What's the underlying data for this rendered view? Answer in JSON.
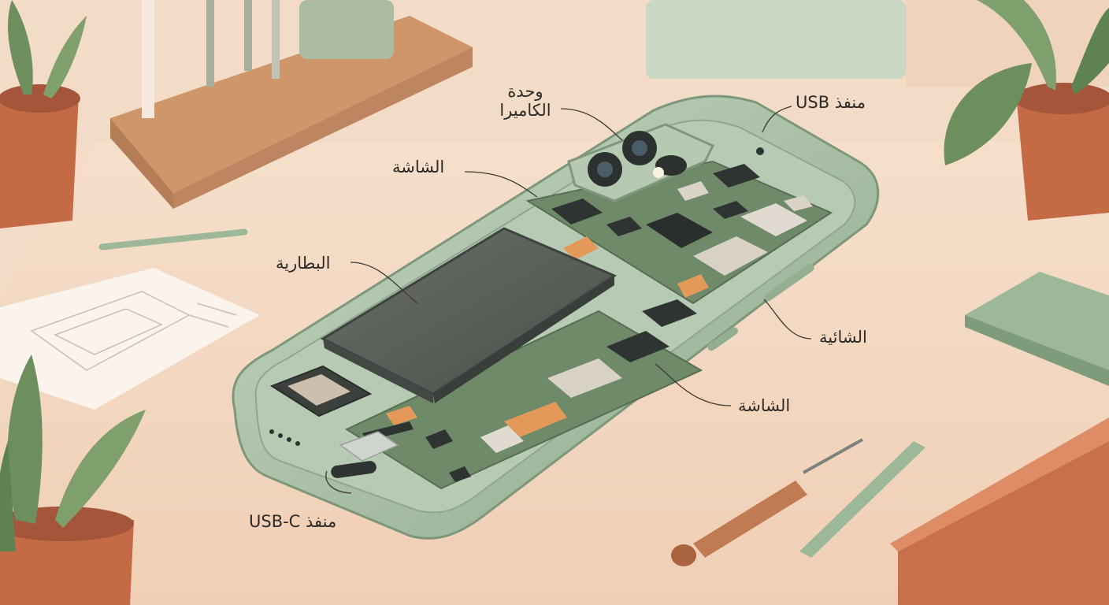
{
  "labels": {
    "camera_line1": "وحدة",
    "camera_line2": "الكاميرا",
    "usb_top": "منفذ USB",
    "screen_top": "الشاشة",
    "battery": "البطارية",
    "chassis": "الشائية",
    "screen_bottom": "الشاشة",
    "usbc": "منفذ USB-C"
  },
  "colors": {
    "desk": "#f6e2cf",
    "wall": "#f1d9c4",
    "phone_frame": "#a9c1a8",
    "pcb": "#6f8a69",
    "battery": "#5b605a",
    "flex": "#e3995a",
    "pot": "#c46a45",
    "leaf": "#6d8f5d"
  }
}
